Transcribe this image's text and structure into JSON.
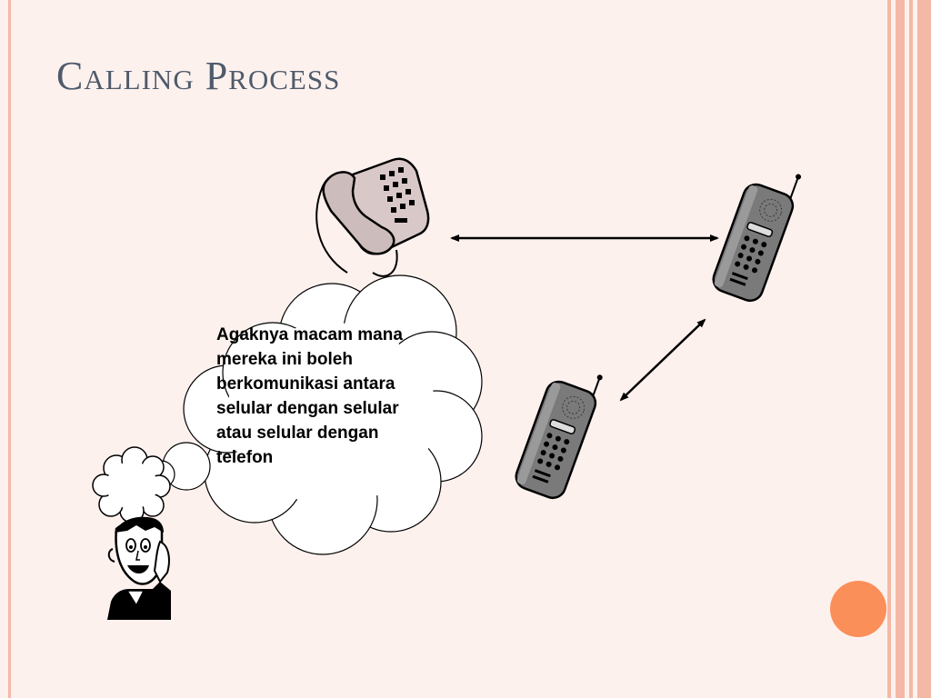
{
  "slide": {
    "title": "Calling Process",
    "thought_lines": [
      "Agaknya macam mana",
      "mereka ini boleh",
      "berkomunikasi antara",
      "selular dengan selular",
      "atau selular dengan",
      "telefon"
    ]
  },
  "colors": {
    "title": "#4f5b6b",
    "accent_orange": "#fb8f5a",
    "stripe": "#f4b9a6",
    "background": "#fdf1ee",
    "phone_gray": "#7a7a7a",
    "desk_phone": "#d9c8c8"
  },
  "icons": [
    "desk-phone-icon",
    "mobile-phone-icon",
    "thinking-man-icon",
    "thought-cloud-icon"
  ]
}
